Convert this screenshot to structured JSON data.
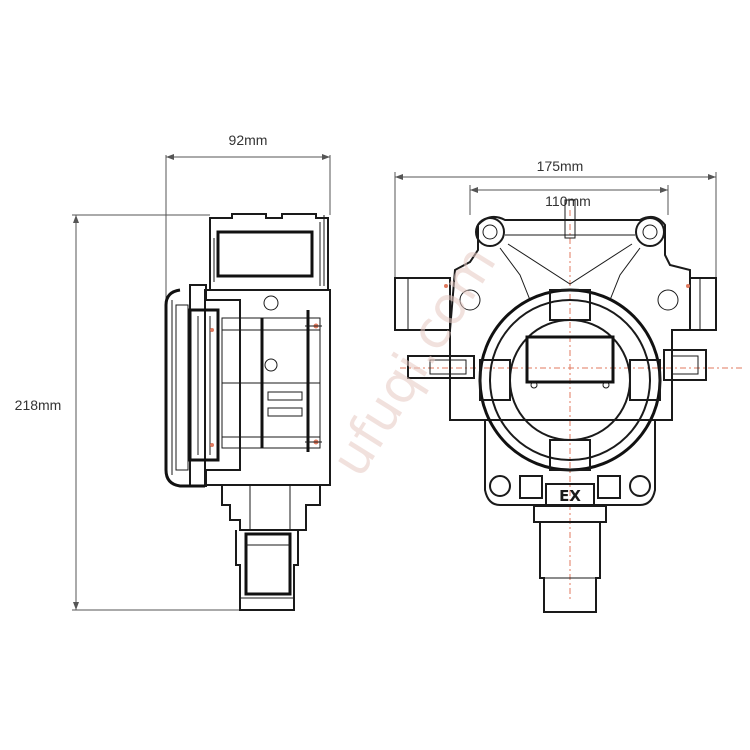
{
  "dimensions": {
    "side_width": "92mm",
    "height": "218mm",
    "overall_width": "175mm",
    "front_width": "110mm"
  },
  "front_view": {
    "ex_mark": "EX"
  },
  "watermark": {
    "text": "ufuqi.com"
  },
  "colors": {
    "line": "#1a1a1a",
    "dimension": "#555555",
    "centerline": "#e07a5f",
    "watermark": "#e6c9c3"
  }
}
